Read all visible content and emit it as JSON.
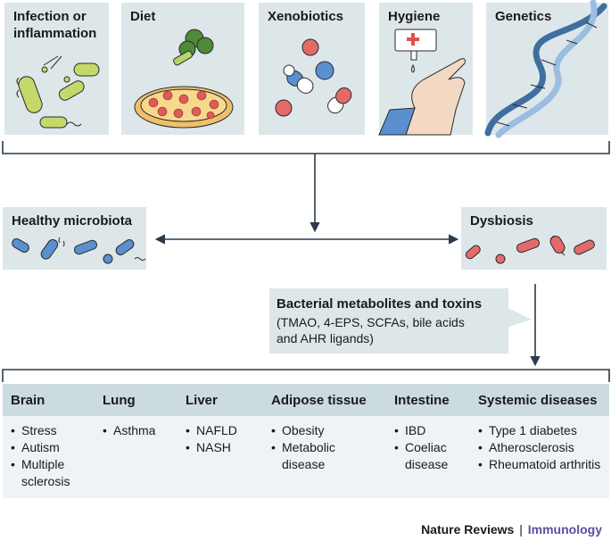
{
  "factors": [
    {
      "title": "Infection or inflammation"
    },
    {
      "title": "Diet"
    },
    {
      "title": "Xenobiotics"
    },
    {
      "title": "Hygiene"
    },
    {
      "title": "Genetics"
    }
  ],
  "healthy_label": "Healthy microbiota",
  "dysbiosis_label": "Dysbiosis",
  "metabolites": {
    "title": "Bacterial metabolites and toxins",
    "line1": "(TMAO, 4-EPS, SCFAs, bile acids",
    "line2": "and AHR ligands)"
  },
  "organs": [
    {
      "name": "Brain",
      "items": [
        "Stress",
        "Autism",
        "Multiple sclerosis"
      ]
    },
    {
      "name": "Lung",
      "items": [
        "Asthma"
      ]
    },
    {
      "name": "Liver",
      "items": [
        "NAFLD",
        "NASH"
      ]
    },
    {
      "name": "Adipose tissue",
      "items": [
        "Obesity",
        "Metabolic disease"
      ]
    },
    {
      "name": "Intestine",
      "items": [
        "IBD",
        "Coeliac disease"
      ]
    },
    {
      "name": "Systemic diseases",
      "items": [
        "Type 1 diabetes",
        "Atherosclerosis",
        "Rheumatoid arthritis"
      ]
    }
  ],
  "credit": {
    "journal": "Nature Reviews",
    "separator": "|",
    "section": "Immunology"
  },
  "colors": {
    "panel": "#dde7ea",
    "header": "#cbdbe0",
    "healthy": "#5a8fd0",
    "dysbiosis": "#e46a6a",
    "accent": "#5b4ea2"
  }
}
